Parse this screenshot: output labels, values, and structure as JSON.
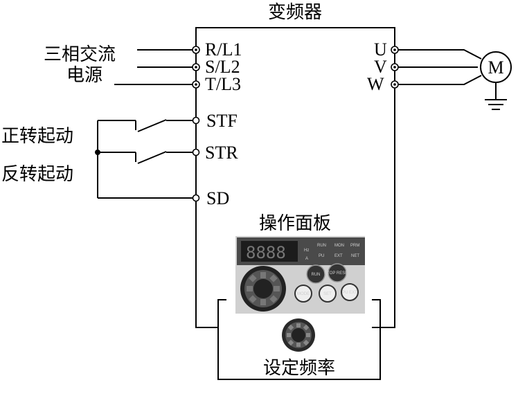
{
  "title": "变频器",
  "power": {
    "label_line1": "三相交流",
    "label_line2": "电源",
    "inputs": [
      "R/L1",
      "S/L2",
      "T/L3"
    ]
  },
  "outputs": [
    "U",
    "V",
    "W"
  ],
  "motor": {
    "symbol": "M"
  },
  "controls": {
    "forward_label": "正转起动",
    "reverse_label": "反转起动",
    "terminals": [
      "STF",
      "STR",
      "SD"
    ]
  },
  "panel": {
    "title": "操作面板",
    "display": "8888",
    "unit_hz": "Hz",
    "unit_a": "A",
    "indicators": [
      "RUN",
      "MON",
      "PRM",
      "PU",
      "EXT",
      "NET"
    ],
    "buttons": [
      "RUN",
      "STOP RESET",
      "MODE",
      "SET",
      "PU EXT"
    ]
  },
  "frequency_label": "设定频率"
}
